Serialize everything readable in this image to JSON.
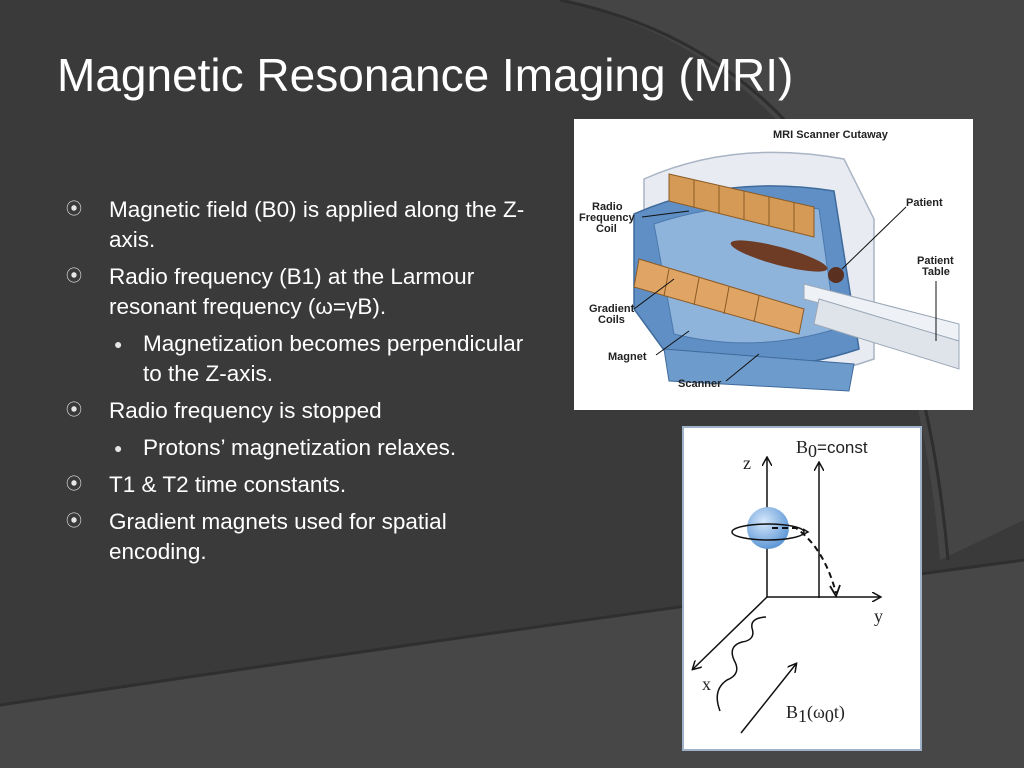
{
  "slide": {
    "title": "Magnetic Resonance Imaging (MRI)",
    "bullets": [
      {
        "level": 1,
        "marker": "⦿",
        "text": "Magnetic field (B0) is applied along the Z-axis."
      },
      {
        "level": 1,
        "marker": "⦿",
        "text": "Radio frequency (B1) at the Larmour resonant frequency (ω=γB)."
      },
      {
        "level": 2,
        "marker": "●",
        "text": "Magnetization becomes perpendicular to the Z-axis."
      },
      {
        "level": 1,
        "marker": "⦿",
        "text": "Radio frequency is stopped"
      },
      {
        "level": 2,
        "marker": "●",
        "text": "Protons’ magnetization relaxes."
      },
      {
        "level": 1,
        "marker": "⦿",
        "text": "T1 & T2 time constants."
      },
      {
        "level": 1,
        "marker": "⦿",
        "text": "Gradient magnets used for spatial encoding."
      }
    ]
  },
  "scanner_figure": {
    "title": "MRI Scanner Cutaway",
    "labels": {
      "rf_coil_1": "Radio",
      "rf_coil_2": "Frequency",
      "rf_coil_3": "Coil",
      "patient": "Patient",
      "patient_table_1": "Patient",
      "patient_table_2": "Table",
      "gradient_1": "Gradient",
      "gradient_2": "Coils",
      "magnet": "Magnet",
      "scanner": "Scanner"
    }
  },
  "vector_figure": {
    "b0_label": "B",
    "b0_sub": "0",
    "b0_suffix": "=const",
    "z_label": "z",
    "y_label": "y",
    "x_label": "x",
    "b1_label": "B",
    "b1_sub": "1",
    "b1_mid": "(ω",
    "b1_sub2": "0",
    "b1_suffix": "t)"
  },
  "colors": {
    "background": "#3b3b3b",
    "text": "#ffffff",
    "accent_blue": "#6f9fd0",
    "coil_orange": "#d99a55"
  }
}
